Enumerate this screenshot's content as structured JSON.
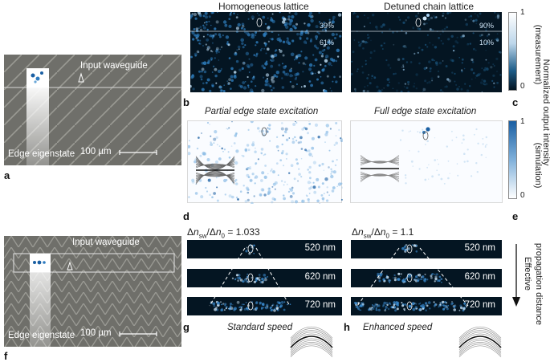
{
  "panel_a": {
    "label": "a",
    "input_waveguide": "Input waveguide",
    "edge_eigenstate": "Edge eigenstate",
    "scale_bar": "100 µm"
  },
  "panel_f": {
    "label": "f",
    "input_waveguide": "Input waveguide",
    "edge_eigenstate": "Edge eigenstate",
    "scale_bar": "100 µm"
  },
  "panel_b": {
    "title": "Homogeneous lattice",
    "label": "b",
    "pct_top": "39%",
    "pct_bottom": "61%"
  },
  "panel_c": {
    "title": "Detuned chain lattice",
    "label": "c",
    "pct_top": "90%",
    "pct_bottom": "10%"
  },
  "panel_d": {
    "title": "Partial edge state excitation",
    "label": "d"
  },
  "panel_e": {
    "title": "Full edge state excitation",
    "label": "e"
  },
  "colorbar_measurement": {
    "tick_max": "1",
    "tick_min": "0",
    "label_line1": "Normalized output intensity",
    "label_line2": "(measurement)",
    "color_top": "#ffffff",
    "color_bottom": "#041522"
  },
  "colorbar_simulation": {
    "tick_max": "1",
    "tick_min": "0",
    "label_line2": "(simulation)",
    "color_top": "#1a5fa3",
    "color_bottom": "#ffffff"
  },
  "panel_g": {
    "label": "g",
    "ratio_sub_num": "sw",
    "ratio_sub_den": "0",
    "ratio_value": "= 1.033",
    "wavelengths": [
      "520 nm",
      "620 nm",
      "720 nm"
    ],
    "speed": "Standard speed"
  },
  "panel_h": {
    "label": "h",
    "ratio_sub_num": "sw",
    "ratio_sub_den": "0",
    "ratio_value": "= 1.1",
    "wavelengths": [
      "520 nm",
      "620 nm",
      "720 nm"
    ],
    "speed": "Enhanced speed"
  },
  "propagation_axis": {
    "line1": "Effective",
    "line2": "propagation distance"
  }
}
